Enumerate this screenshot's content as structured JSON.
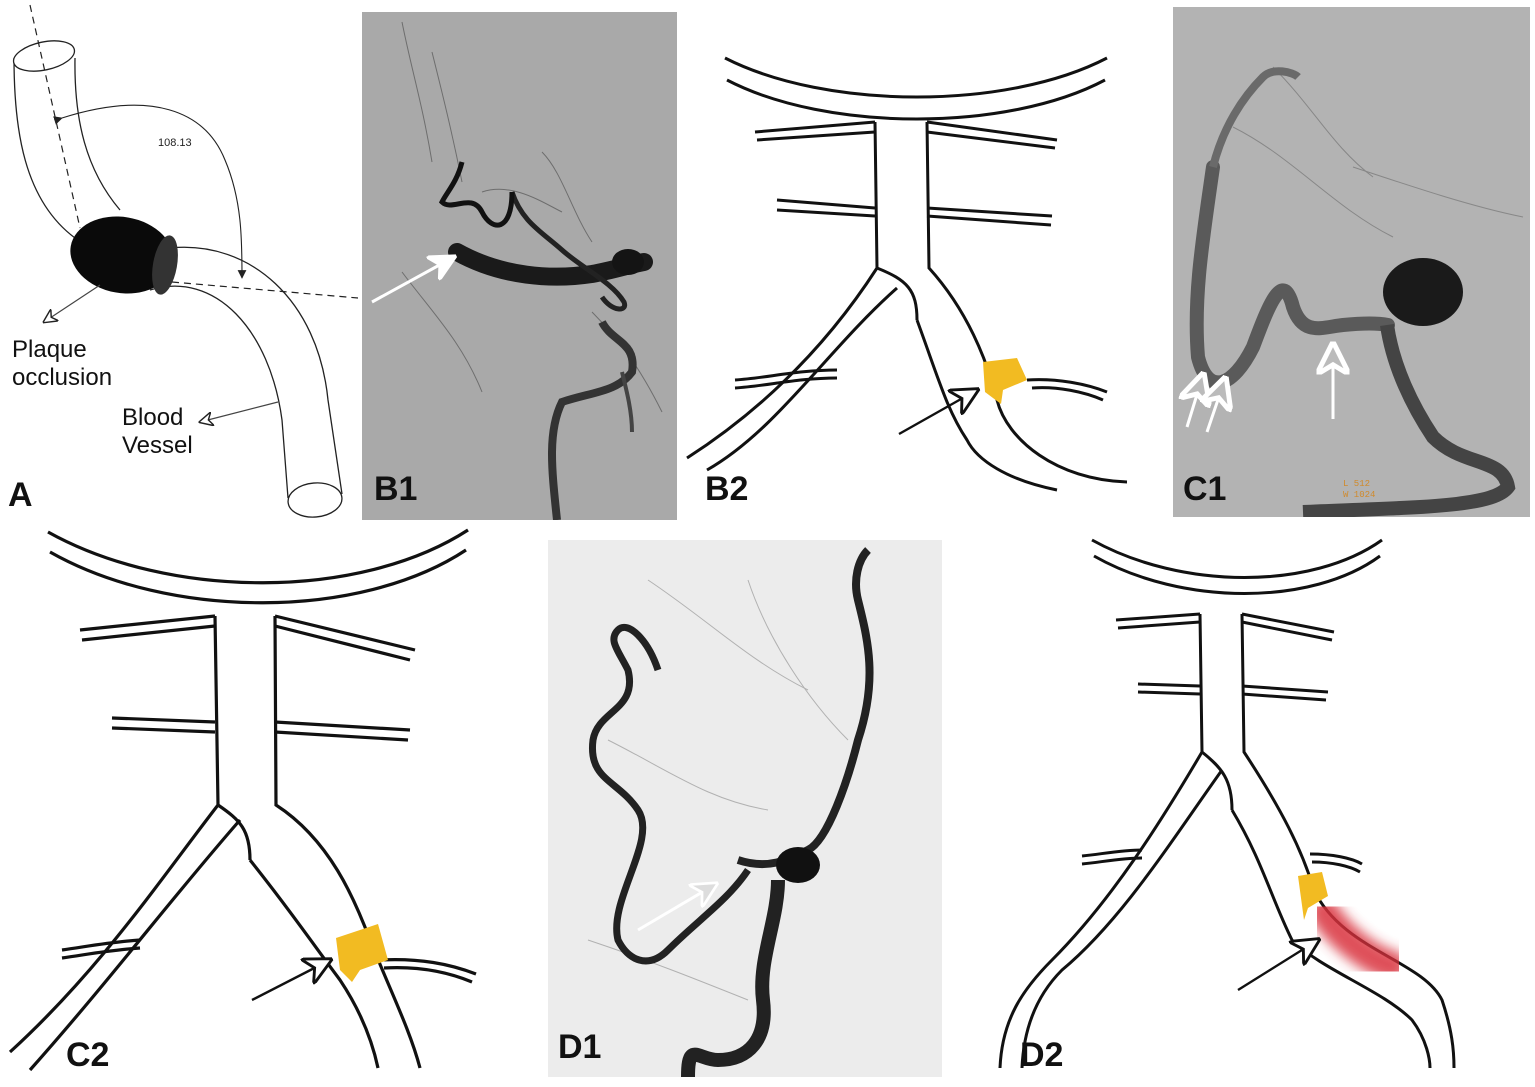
{
  "panels": {
    "A": {
      "label": "A",
      "angle": "108.13",
      "plaque_label": [
        "Plaque",
        "occlusion"
      ],
      "vessel_label": [
        "Blood",
        "Vessel"
      ]
    },
    "B1": {
      "label": "B1"
    },
    "B2": {
      "label": "B2",
      "occlusion_color": "#f2bb22"
    },
    "C1": {
      "label": "C1",
      "scanner_text": [
        "L 512",
        "W 1024"
      ]
    },
    "C2": {
      "label": "C2",
      "occlusion_color": "#f2bb22"
    },
    "D1": {
      "label": "D1"
    },
    "D2": {
      "label": "D2",
      "occlusion_color": "#f2bb22",
      "recanalized_color": "#d9303c"
    }
  },
  "icons": {
    "pointer": "arrow-pointer-icon",
    "open_head": "open-arrowhead-icon"
  },
  "colors": {
    "angiogram_bg": "#a9a9a9",
    "contrast_vessel": "#1a1a1a",
    "line": "#111111"
  }
}
